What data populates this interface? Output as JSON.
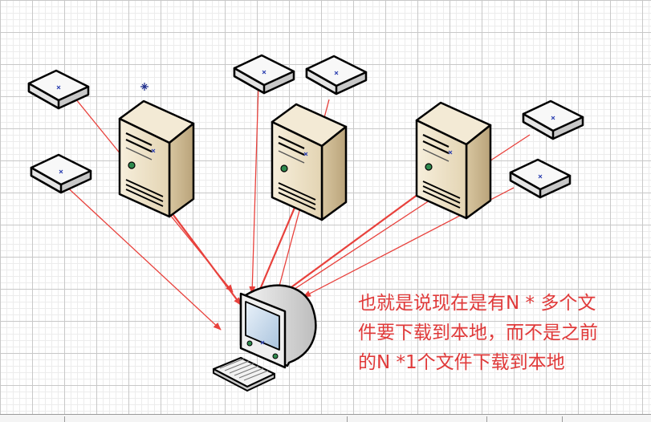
{
  "annotation": {
    "line1": "也就是说现在是有N * 多个文",
    "line2": "件要下载到本地，而不是之前",
    "line3": "的N *1个文件下载到本地"
  },
  "colors": {
    "arrow": "#e8413c",
    "server_face": "#efe4cc",
    "server_side": "#c9b68f",
    "node_top": "#f7f7f7",
    "node_side": "#c8c8c8",
    "monitor_screen": "#c9dcee"
  },
  "icons": {
    "server": "tower-server-icon",
    "node": "network-node-icon",
    "client": "desktop-computer-icon"
  }
}
